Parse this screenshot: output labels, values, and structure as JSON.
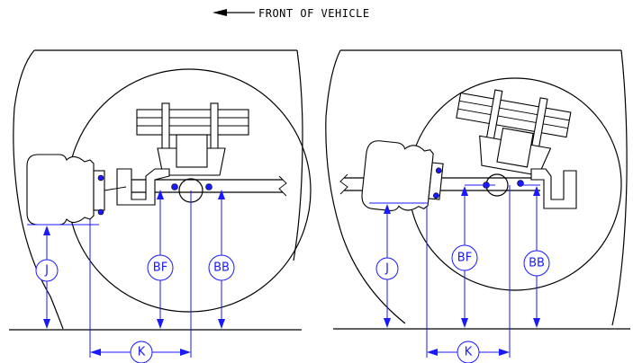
{
  "header": {
    "direction_label": "FRONT OF VEHICLE"
  },
  "colors": {
    "dimension": "#1a1aff",
    "line": "#000000"
  },
  "left_view": {
    "labels": {
      "j": "J",
      "bf": "BF",
      "bb": "BB",
      "k": "K"
    }
  },
  "right_view": {
    "labels": {
      "j": "J",
      "bf": "BF",
      "bb": "BB",
      "k": "K"
    }
  }
}
